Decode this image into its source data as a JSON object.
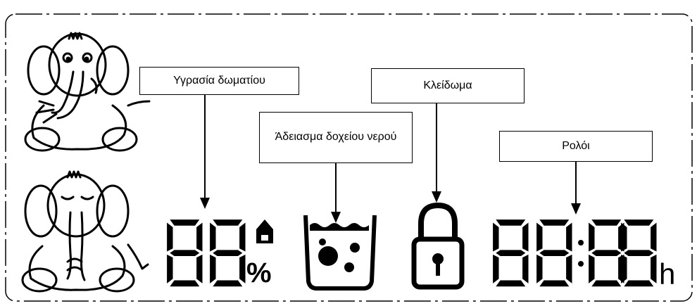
{
  "labels": {
    "humidity": "Υγρασία δωματίου",
    "tank": "Άδειασμα δοχείου νερού",
    "lock": "Κλείδωμα",
    "clock": "Ρολόι"
  },
  "display": {
    "humidity_digits": "88",
    "percent_symbol": "%",
    "clock_hours": "88",
    "clock_minutes": "88",
    "clock_unit": "h"
  },
  "icons": {
    "happy_elephant": "happy-elephant-icon",
    "sad_elephant": "sad-elephant-icon",
    "water_drop": "water-drop-icon",
    "water_tank": "water-tank-icon",
    "lock": "padlock-icon"
  },
  "colors": {
    "ink": "#000000",
    "background": "#ffffff"
  }
}
